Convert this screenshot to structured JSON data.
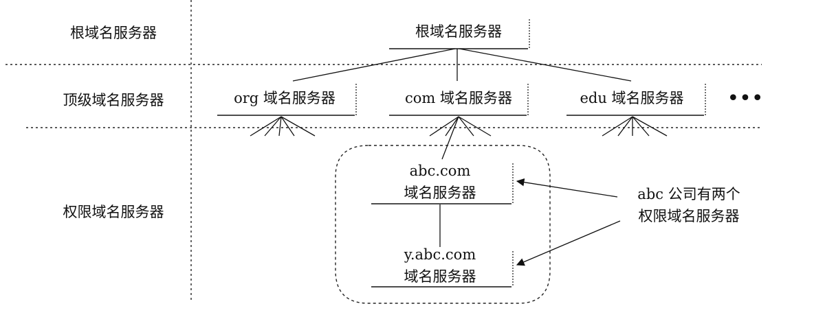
{
  "levels": {
    "root": "根域名服务器",
    "tld": "顶级域名服务器",
    "authoritative": "权限域名服务器"
  },
  "nodes": {
    "root": "根域名服务器",
    "org": "org 域名服务器",
    "com": "com 域名服务器",
    "edu": "edu 域名服务器",
    "abc_domain": "abc.com",
    "abc_label": "域名服务器",
    "y_domain": "y.abc.com",
    "y_label": "域名服务器"
  },
  "ellipsis": "•••",
  "annotation": {
    "line1": "abc 公司有两个",
    "line2": "权限域名服务器"
  }
}
